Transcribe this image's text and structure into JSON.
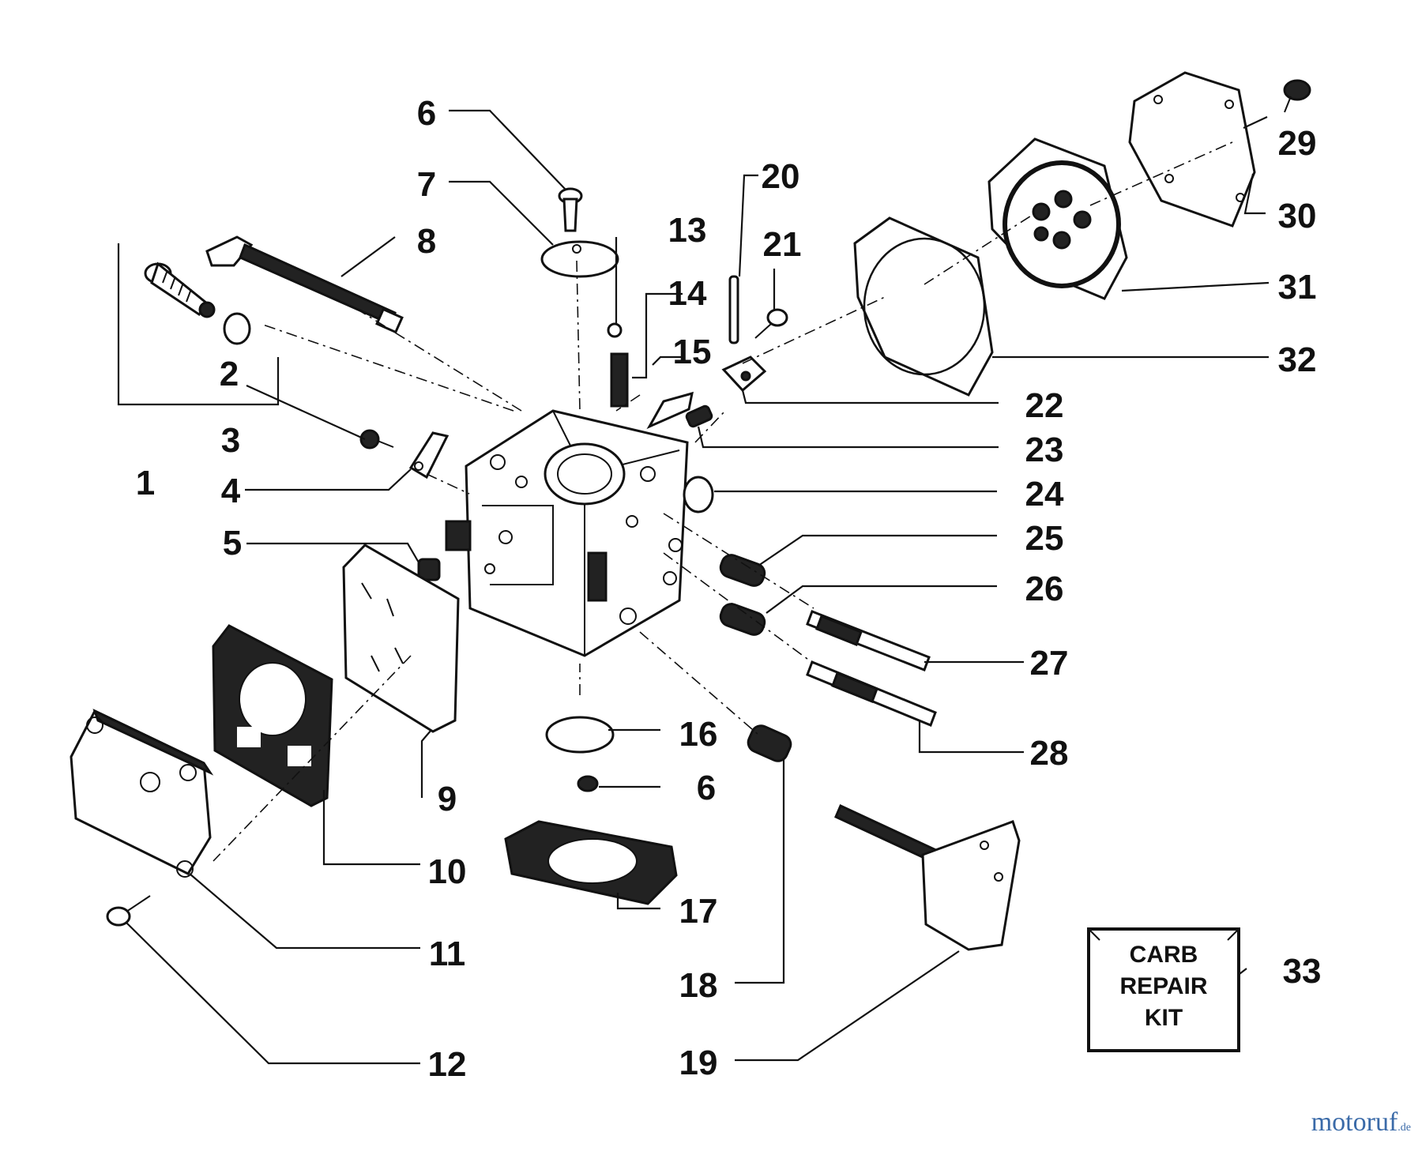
{
  "diagram": {
    "labels": [
      "1",
      "2",
      "3",
      "4",
      "5",
      "6",
      "7",
      "8",
      "9",
      "10",
      "11",
      "12",
      "13",
      "14",
      "15",
      "16",
      "6",
      "17",
      "18",
      "19",
      "20",
      "21",
      "22",
      "23",
      "24",
      "25",
      "26",
      "27",
      "28",
      "29",
      "30",
      "31",
      "32",
      "33"
    ],
    "kit_box": {
      "line1": "CARB",
      "line2": "REPAIR",
      "line3": "KIT"
    }
  },
  "watermark": {
    "brand": "motoruf",
    "tld": ".de"
  }
}
